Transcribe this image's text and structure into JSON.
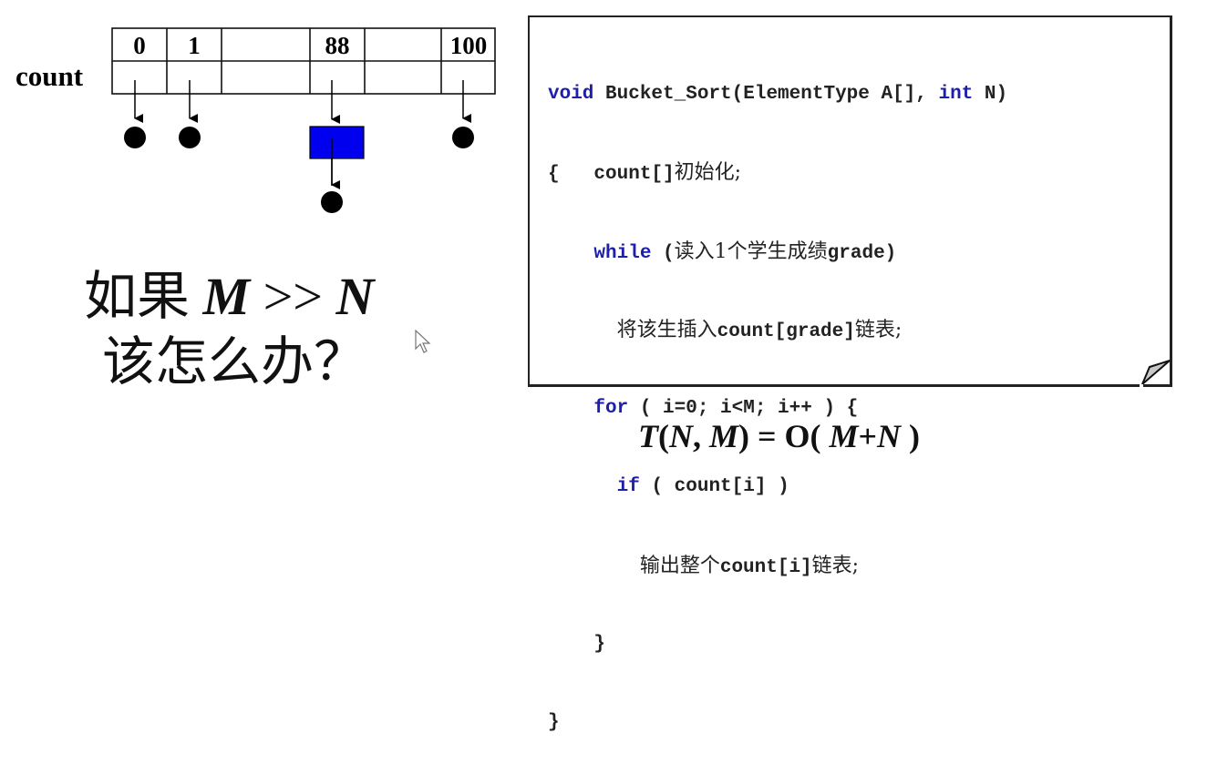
{
  "diagram": {
    "array_label": "count",
    "column_headers": [
      "0",
      "1",
      "",
      "88",
      "",
      "100"
    ],
    "node_color": "#0000ee",
    "nodes": [
      "null",
      "null",
      "list-node",
      "null"
    ]
  },
  "question": {
    "line1_prefix": "如果 ",
    "line1_M": "M",
    "line1_op": " >> ",
    "line1_N": "N",
    "line2": "该怎么办？"
  },
  "code": {
    "keyword_color": "#1d1fa8",
    "lines": [
      {
        "kw": "void",
        "rest": " Bucket_Sort(ElementType A[], ",
        "kw2": "int",
        "rest2": " N)"
      },
      {
        "pre": "{   ",
        "text": "count[]",
        "cn": "初始化;"
      },
      {
        "pre": "    ",
        "kw": "while",
        "rest": " (",
        "cn": "读入1个学生成绩",
        "rest2": "grade)"
      },
      {
        "pre": "      ",
        "cn": "将该生插入",
        "text": "count[grade]",
        "cn2": "链表;"
      },
      {
        "pre": "    ",
        "kw": "for",
        "rest": " ( i=0; i<M; i++ ) {"
      },
      {
        "pre": "      ",
        "kw": "if",
        "rest": " ( count[i] )"
      },
      {
        "pre": "        ",
        "cn": "输出整个",
        "text": "count[i]",
        "cn2": "链表;"
      },
      {
        "pre": "    ",
        "text": "}"
      },
      {
        "pre": "",
        "text": "}"
      }
    ]
  },
  "formula": {
    "T": "T",
    "open": "(",
    "N1": "N",
    "comma": ", ",
    "M1": "M",
    "close_eq": ") = O( ",
    "M2": "M",
    "plus": "+",
    "N2": "N",
    "end": " )"
  }
}
